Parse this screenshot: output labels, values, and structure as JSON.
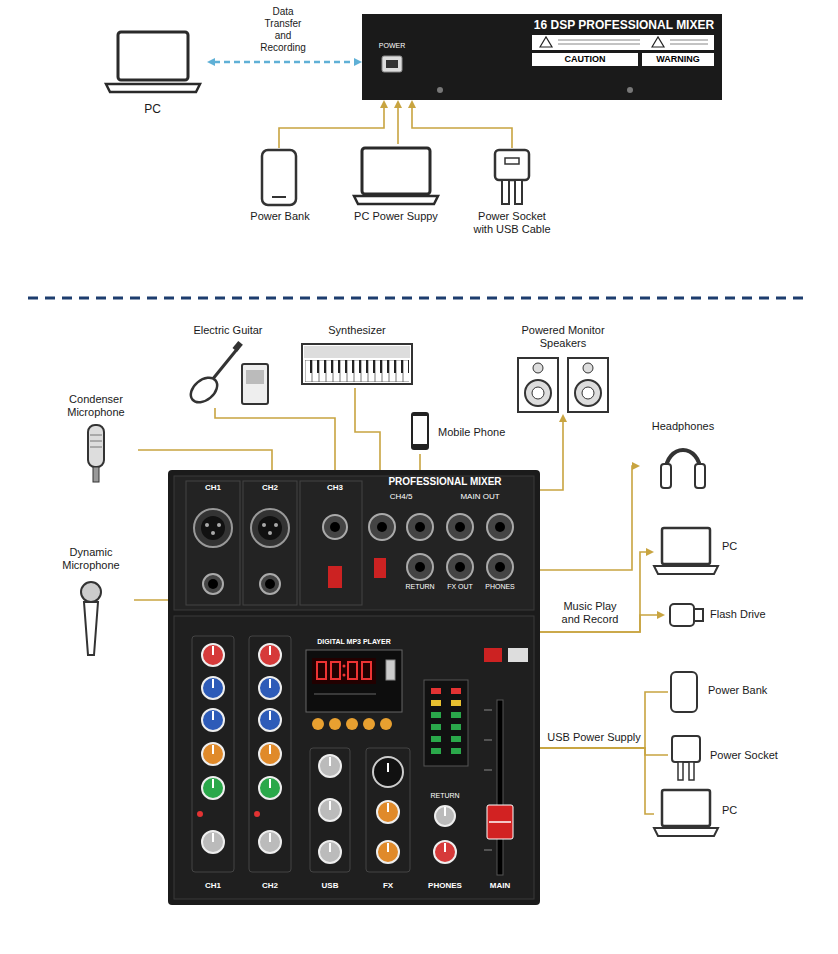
{
  "diagram": {
    "nodes": [
      {
        "text": [
          "16 DSP PROFESSIONAL MIXER",
          "POWER",
          "CAUTION",
          "WARNING"
        ]
      },
      {
        "text": [
          "PC"
        ]
      },
      {
        "text": [
          "Power Bank"
        ]
      },
      {
        "text": [
          "PC Power Suppy"
        ]
      },
      {
        "text": [
          "Power Socket with USB Cable"
        ]
      },
      {
        "text": [
          "PROFESSIONAL MIXER",
          "CH1",
          "CH2",
          "CH3",
          "CH4/5",
          "MAIN OUT",
          "RETURN",
          "FX OUT",
          "PHONES",
          "DIGITAL MP3 PLAYER",
          "RETURN",
          "CH1",
          "CH2",
          "USB",
          "FX",
          "PHONES",
          "MAIN"
        ]
      },
      {
        "text": [
          "Condenser Microphone"
        ]
      },
      {
        "text": [
          "Dynamic Microphone"
        ]
      },
      {
        "text": [
          "Electric Guitar"
        ]
      },
      {
        "text": [
          "Synthesizer"
        ]
      },
      {
        "text": [
          "Mobile Phone"
        ]
      },
      {
        "text": [
          "Powered Monitor Speakers"
        ]
      },
      {
        "text": [
          "Headphones"
        ]
      },
      {
        "text": [
          "PC"
        ]
      },
      {
        "text": [
          "Flash Drive"
        ]
      },
      {
        "text": [
          "Power Bank"
        ]
      },
      {
        "text": [
          "Power Socket"
        ]
      },
      {
        "text": [
          "PC"
        ]
      }
    ],
    "edges": [
      {
        "from": 1,
        "to": 0,
        "arrow": "both",
        "label": "Data Transfer and Recording"
      },
      {
        "from": 2,
        "to": 0,
        "arrow": "to"
      },
      {
        "from": 3,
        "to": 0,
        "arrow": "to"
      },
      {
        "from": 4,
        "to": 0,
        "arrow": "to"
      },
      {
        "from": 6,
        "to": 5,
        "arrow": "none"
      },
      {
        "from": 7,
        "to": 5,
        "arrow": "none"
      },
      {
        "from": 8,
        "to": 5,
        "arrow": "none"
      },
      {
        "from": 9,
        "to": 5,
        "arrow": "none"
      },
      {
        "from": 10,
        "to": 5,
        "arrow": "none"
      },
      {
        "from": 5,
        "to": 11,
        "arrow": "to"
      },
      {
        "from": 5,
        "to": 12,
        "arrow": "to"
      },
      {
        "from": 5,
        "to": 13,
        "arrow": "to",
        "label": "Music Play and Record"
      },
      {
        "from": 5,
        "to": 14,
        "arrow": "to"
      },
      {
        "from": 15,
        "to": 5,
        "arrow": "none",
        "label": "USB Power Supply"
      },
      {
        "from": 16,
        "to": 5,
        "arrow": "none"
      },
      {
        "from": 17,
        "to": 5,
        "arrow": "none"
      }
    ]
  }
}
